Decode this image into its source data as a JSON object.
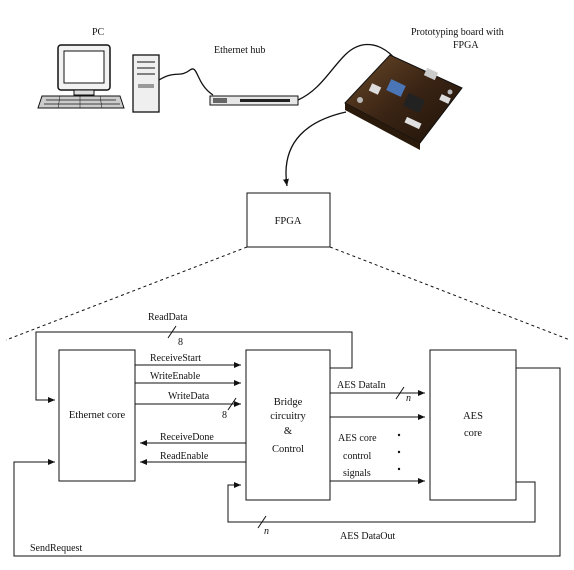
{
  "top": {
    "pc_label": "PC",
    "hub_label": "Ethernet hub",
    "board_label_line1": "Prototyping board with",
    "board_label_line2": "FPGA"
  },
  "fpga_box_label": "FPGA",
  "blocks": {
    "ethernet": "Ethernet core",
    "bridge_line1": "Bridge",
    "bridge_line2": "circuitry",
    "bridge_line3": "&",
    "bridge_line4": "Control",
    "aes_line1": "AES",
    "aes_line2": "core"
  },
  "signals": {
    "read_data": "ReadData",
    "read_data_width": "8",
    "receive_start": "ReceiveStart",
    "write_enable": "WriteEnable",
    "write_data": "WriteData",
    "write_data_width": "8",
    "receive_done": "ReceiveDone",
    "read_enable": "ReadEnable",
    "aes_data_in": "AES DataIn",
    "aes_data_in_width": "n",
    "aes_ctrl_line1": "AES core",
    "aes_ctrl_line2": "control",
    "aes_ctrl_line3": "signals",
    "aes_data_out": "AES DataOut",
    "aes_data_out_width": "n",
    "send_request": "SendRequest"
  }
}
